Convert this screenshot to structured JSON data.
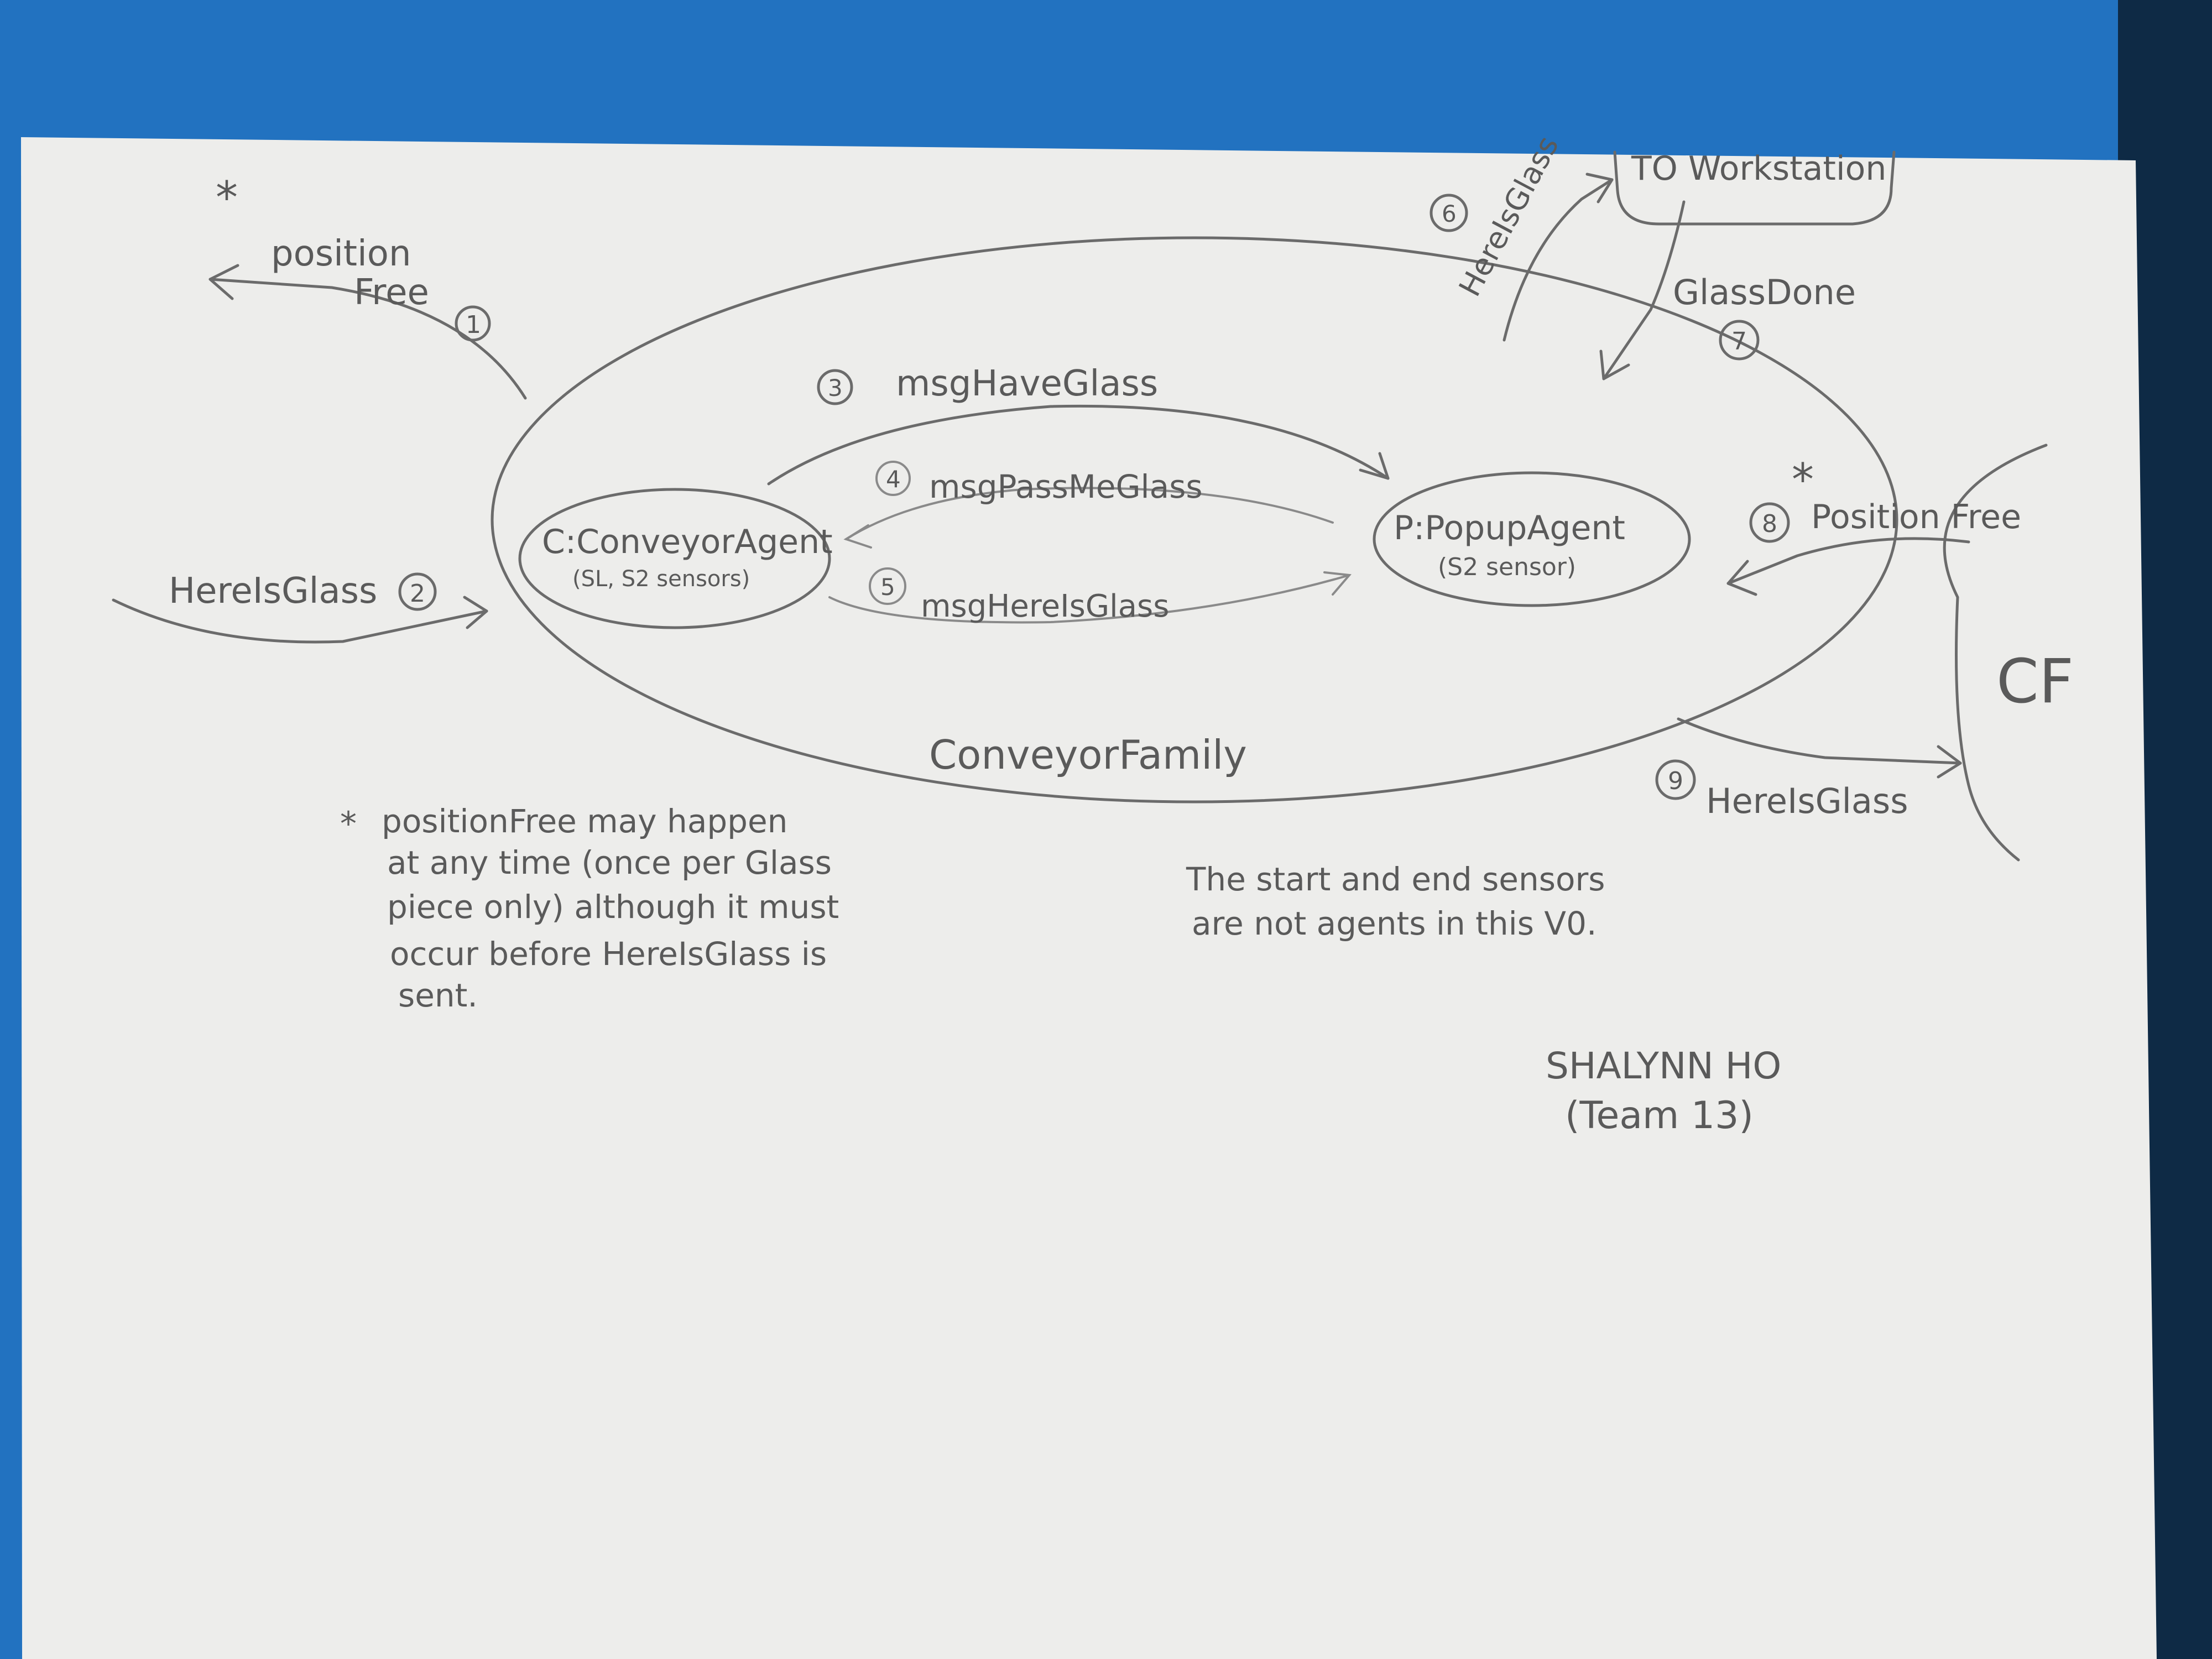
{
  "diagram": {
    "title": "ConveyorFamily",
    "nodes": {
      "conveyor": {
        "label": "C:ConveyorAgent",
        "sub": "(SL, S2 sensors)"
      },
      "popup": {
        "label": "P:PopupAgent",
        "sub": "(S2 sensor)"
      },
      "workstation": {
        "label": "TO Workstation"
      },
      "cf": {
        "label": "CF"
      }
    },
    "messages": [
      {
        "num": "1",
        "label": "position Free"
      },
      {
        "num": "2",
        "label": "HereIsGlass"
      },
      {
        "num": "3",
        "label": "msgHaveGlass"
      },
      {
        "num": "4",
        "label": "msgPassMeGlass"
      },
      {
        "num": "5",
        "label": "msgHereIsGlass"
      },
      {
        "num": "6",
        "label": "HereIsGlass"
      },
      {
        "num": "7",
        "label": "GlassDone"
      },
      {
        "num": "8",
        "label": "Position Free"
      },
      {
        "num": "9",
        "label": "HereIsGlass"
      }
    ],
    "star": "*",
    "notes": {
      "position_free_line1": "positionFree may happen",
      "position_free_line2": "at any time (once per Glass",
      "position_free_line3": "piece only) although it must",
      "position_free_line4": "occur before HereIsGlass is",
      "position_free_line5": "sent.",
      "sensors_line1": "The start and end sensors",
      "sensors_line2": "are not agents in this V0."
    },
    "signature": {
      "name": "SHALYNN HO",
      "team": "(Team 13)"
    }
  }
}
